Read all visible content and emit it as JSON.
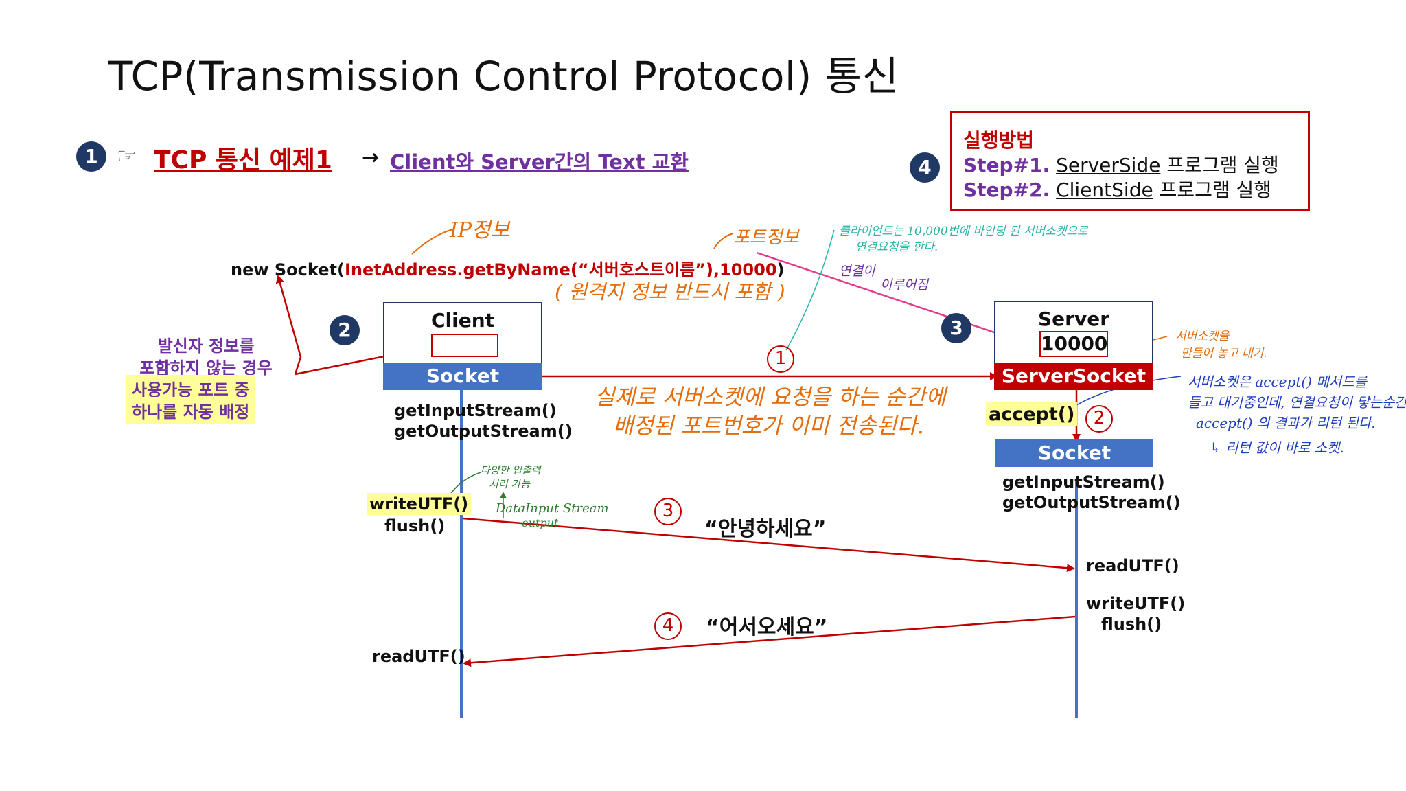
{
  "title": "TCP(Transmission Control Protocol) 통신",
  "heading": {
    "num": "1",
    "pointer": "☞",
    "label": "TCP 통신 예제1",
    "arrow": "→",
    "subtitle": "Client와 Server간의 Text 교환"
  },
  "run_box": {
    "num": "4",
    "title": "실행방법",
    "step1_prefix": "Step#1.",
    "step1_link": "ServerSide",
    "step1_suffix": " 프로그램 실행",
    "step2_prefix": "Step#2.",
    "step2_link": "ClientSide",
    "step2_suffix": " 프로그램 실행"
  },
  "code": {
    "prefix": "new Socket(",
    "call": "InetAddress.getByName(“서버호스트이름”),10000",
    "suffix": ")"
  },
  "notes": {
    "ip_info": "IP정보",
    "port_info": "포트정보",
    "remote_info": "( 원격지 정보 반드시 포함 )",
    "client_port_note_1": "클라이언트는 10,000번에 바인딩 된 서버소켓으로",
    "client_port_note_2": "연결요청을 한다.",
    "connected_1": "연결이",
    "connected_2": "이루어짐",
    "sender_1": "발신자 정보를",
    "sender_2": "포함하지 않는 경우",
    "sender_3": "사용가능 포트 중",
    "sender_4": "하나를 자동 배정",
    "actual_1": "실제로 서버소켓에 요청을 하는 순간에",
    "actual_2": "배정된 포트번호가 이미 전송된다.",
    "server_make_1": "서버소켓을",
    "server_make_2": "만들어 놓고 대기.",
    "accept_note_1": "서버소켓은 accept() 메서드를",
    "accept_note_2": "들고 대기중인데, 연결요청이 닿는순간",
    "accept_note_3": "accept() 의 결과가 리턴 된다.",
    "accept_note_4": "↳ 리턴 값이 바로 소켓.",
    "various_1": "다양한 입출력",
    "various_2": "처리 가능",
    "datainput_1": "DataInput Stream",
    "datainput_2": "output"
  },
  "client": {
    "label": "Client",
    "socket": "Socket",
    "num": "2",
    "in_stream": "getInputStream()",
    "out_stream": "getOutputStream()",
    "write": "writeUTF()",
    "flush": "flush()",
    "read": "readUTF()"
  },
  "server": {
    "label": "Server",
    "port": "10000",
    "server_socket": "ServerSocket",
    "num": "3",
    "accept": "accept()",
    "socket": "Socket",
    "in_stream": "getInputStream()",
    "out_stream": "getOutputStream()",
    "read": "readUTF()",
    "write": "writeUTF()",
    "flush": "flush()"
  },
  "steps": {
    "s1": "1",
    "s2": "2",
    "s3": "3",
    "s4": "4"
  },
  "messages": {
    "hello": "“안녕하세요”",
    "welcome": "“어서오세요”"
  },
  "colors": {
    "navy": "#1f3864",
    "blue_bar": "#4472c4",
    "red": "#c00000",
    "purple": "#7030a0",
    "orange": "#e46c0a",
    "pink": "#e6398c",
    "green": "#2e7d32",
    "handblue": "#1f3fbf",
    "cyan": "#2bb5a8"
  }
}
